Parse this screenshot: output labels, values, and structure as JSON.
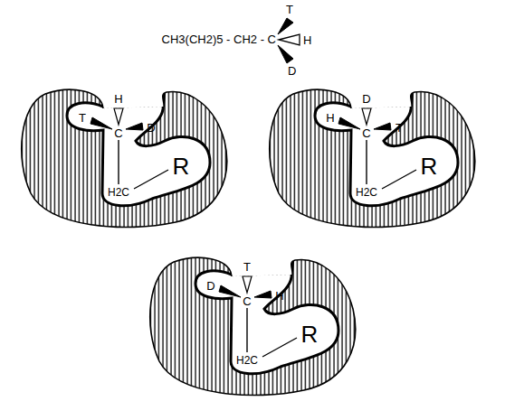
{
  "diagram": {
    "nodes": [
      {
        "text": [
          "H",
          "T",
          "D",
          "C",
          "H2C",
          "R"
        ]
      },
      {
        "text": [
          "D",
          "H",
          "T",
          "C",
          "H2C",
          "R"
        ]
      },
      {
        "text": [
          "T",
          "D",
          "H",
          "C",
          "H2C",
          "R"
        ]
      }
    ],
    "labels": [
      "CH3(CH2)5 - CH2 - C",
      "T",
      "H",
      "D"
    ]
  }
}
